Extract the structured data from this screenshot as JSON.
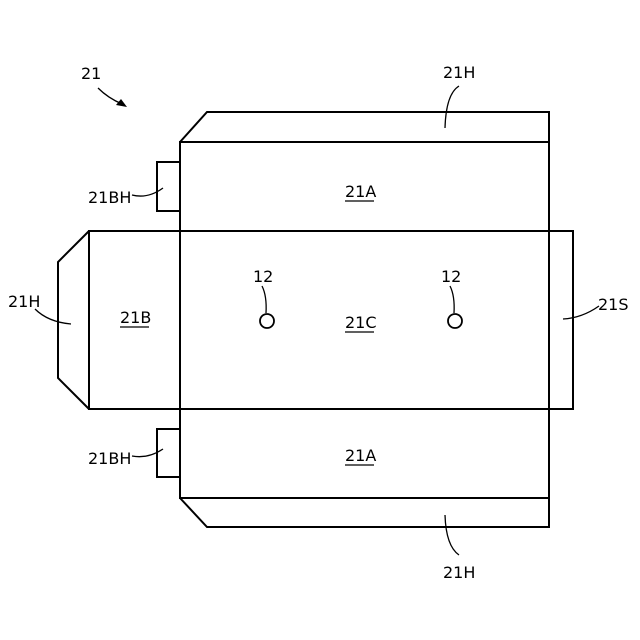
{
  "figure": {
    "reference_numeral": "21",
    "parts": {
      "top_hem": "21H",
      "bottom_hem": "21H",
      "left_hem": "21H",
      "top_tab": "21BH",
      "bottom_tab": "21BH",
      "top_flap": "21A",
      "bottom_flap": "21A",
      "left_flap": "21B",
      "center_panel": "21C",
      "right_side": "21S",
      "hole_left": "12",
      "hole_right": "12"
    }
  },
  "colors": {
    "line": "#000000",
    "background": "#ffffff"
  }
}
